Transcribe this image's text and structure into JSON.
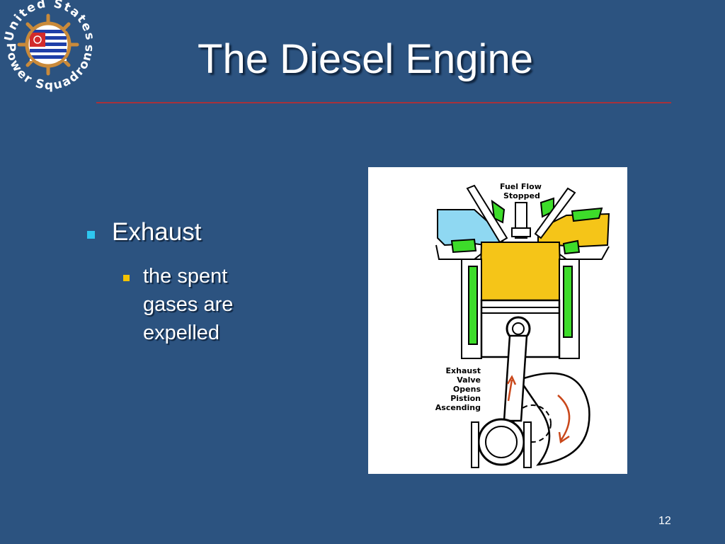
{
  "slide": {
    "title": "The Diesel Engine",
    "logo_text": "United States Power Squadrons",
    "bullets": [
      {
        "text": "Exhaust",
        "sub": "the spent gases are expelled"
      }
    ],
    "diagram_labels": {
      "fuel_line1": "Fuel Flow",
      "fuel_line2": "Stopped",
      "exhaust_lines": [
        "Exhaust",
        "Valve",
        "Opens",
        "Pistion",
        "Ascending"
      ]
    },
    "page_number": "12"
  },
  "colors": {
    "background": "#2c5380",
    "rule": "#a8313b",
    "bullet_level1": "#2ec7f0",
    "bullet_level2": "#f2c200",
    "exhaust_gas": "#f5c518",
    "coolant": "#3ddc2a",
    "intake_air": "#8fd8f2"
  }
}
